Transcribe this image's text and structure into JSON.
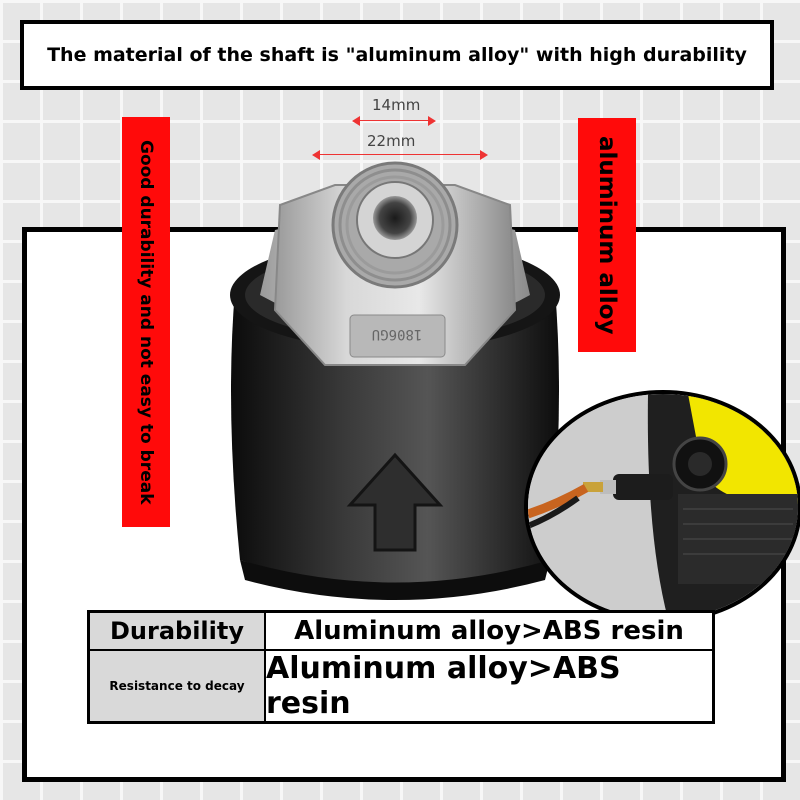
{
  "header": {
    "text": "The material of the shaft is \"aluminum alloy\" with high durability"
  },
  "dimensions": {
    "inner": "14mm",
    "outer": "22mm"
  },
  "banners": {
    "left": "Good durability and not easy to break",
    "right": "aluminum alloy"
  },
  "product": {
    "embossed_code": "1806GU"
  },
  "comparison": {
    "rows": [
      {
        "label": "Durability",
        "value": "Aluminum alloy>ABS resin"
      },
      {
        "label": "Resistance to decay",
        "value": "Aluminum alloy>ABS resin"
      }
    ]
  },
  "colors": {
    "banner_red": "#ff0a0a",
    "dimension_line": "#e33",
    "washer_yellow": "#f2e600"
  }
}
